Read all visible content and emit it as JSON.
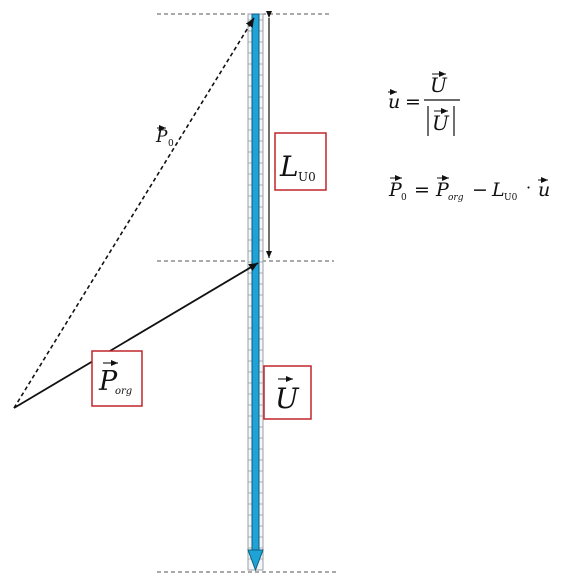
{
  "colors": {
    "accent": "#1fa2d6",
    "box_border": "#c0262c",
    "line": "#111111",
    "guide": "#555555",
    "ruler_tick": "#9aa0a6"
  },
  "labels": {
    "p0": {
      "base": "P",
      "sub": "0"
    },
    "porg": {
      "base": "P",
      "sub": "org"
    },
    "lu0": {
      "base": "L",
      "sub": "U0"
    },
    "u_vec": {
      "base": "U"
    }
  },
  "formulas": {
    "unit_vector": {
      "lhs": "u",
      "eq": "=",
      "num": "U",
      "den": "U"
    },
    "p0_def": {
      "p0": "P",
      "p0_sub": "0",
      "eq": "=",
      "porg": "P",
      "porg_sub": "org",
      "minus": "−",
      "l": "L",
      "l_sub": "U0",
      "dot": "·",
      "u": "u"
    }
  }
}
